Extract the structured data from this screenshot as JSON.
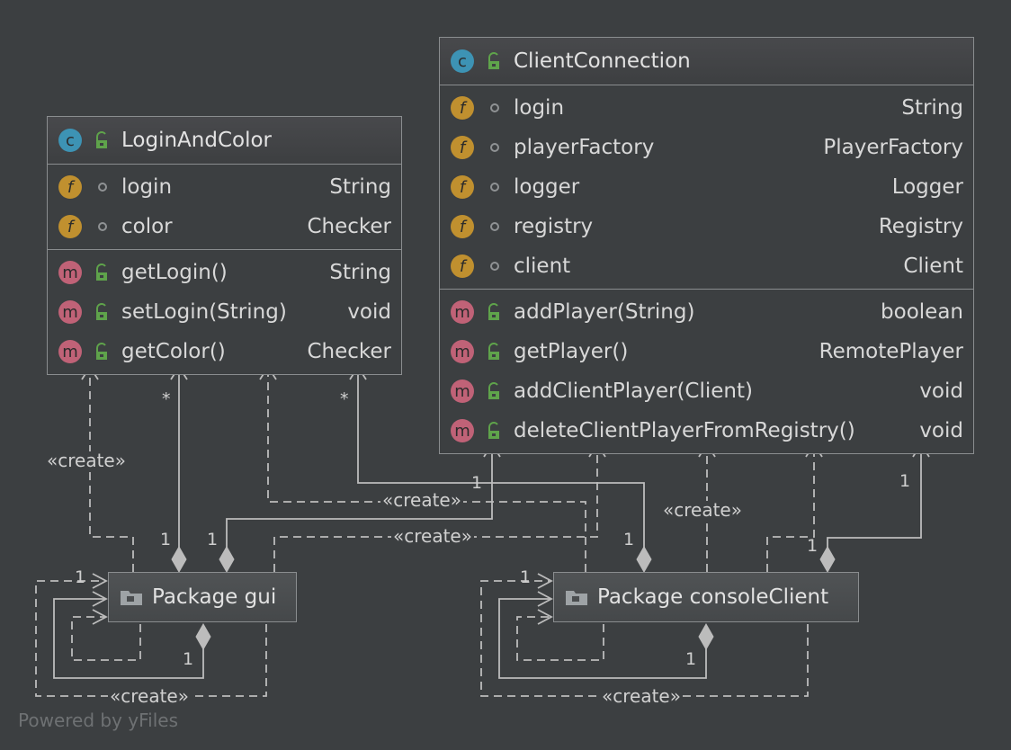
{
  "classes": {
    "login_and_color": {
      "name": "LoginAndColor",
      "fields": [
        {
          "name": "login",
          "type": "String"
        },
        {
          "name": "color",
          "type": "Checker"
        }
      ],
      "methods": [
        {
          "name": "getLogin()",
          "type": "String"
        },
        {
          "name": "setLogin(String)",
          "type": "void"
        },
        {
          "name": "getColor()",
          "type": "Checker"
        }
      ]
    },
    "client_connection": {
      "name": "ClientConnection",
      "fields": [
        {
          "name": "login",
          "type": "String"
        },
        {
          "name": "playerFactory",
          "type": "PlayerFactory"
        },
        {
          "name": "logger",
          "type": "Logger"
        },
        {
          "name": "registry",
          "type": "Registry"
        },
        {
          "name": "client",
          "type": "Client"
        }
      ],
      "methods": [
        {
          "name": "addPlayer(String)",
          "type": "boolean"
        },
        {
          "name": "getPlayer()",
          "type": "RemotePlayer"
        },
        {
          "name": "addClientPlayer(Client)",
          "type": "void"
        },
        {
          "name": "deleteClientPlayerFromRegistry()",
          "type": "void"
        }
      ]
    }
  },
  "badges": {
    "class": "c",
    "field": "f",
    "method": "m"
  },
  "packages": {
    "gui": "Package gui",
    "console": "Package consoleClient"
  },
  "labels": {
    "create": "«create»",
    "one": "1",
    "star": "*"
  },
  "watermark": "Powered by yFiles",
  "icons": {
    "class": "class-icon",
    "field": "field-icon",
    "method": "method-icon",
    "public": "lock-open-icon",
    "package_private": "dot-icon",
    "package": "folder-icon"
  },
  "colors": {
    "background": "#3c3f41",
    "class_badge": "#3d93b4",
    "field_badge": "#c0902f",
    "method_badge": "#c06277",
    "lock": "#5fa34b",
    "line": "#bcbcbc"
  }
}
